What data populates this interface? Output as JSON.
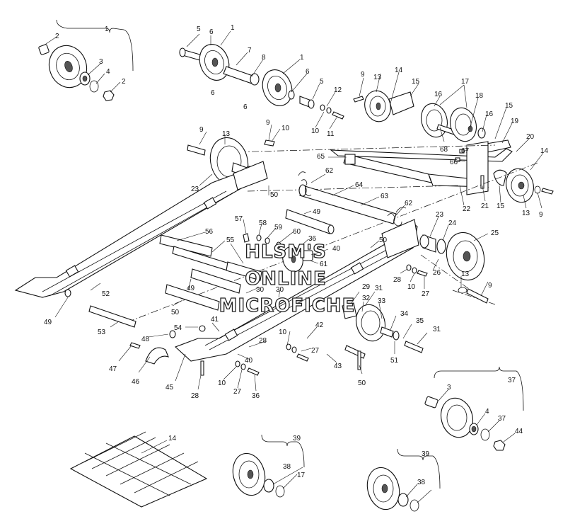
{
  "watermark": {
    "line1": "HLSM'S",
    "line2": "ONLINE",
    "line3": "MICROFICHE"
  },
  "callouts": [
    {
      "text": "1"
    },
    {
      "text": "2"
    },
    {
      "text": "3"
    },
    {
      "text": "4"
    },
    {
      "text": "2"
    },
    {
      "text": "5"
    },
    {
      "text": "6"
    },
    {
      "text": "1"
    },
    {
      "text": "7"
    },
    {
      "text": "8"
    },
    {
      "text": "6"
    },
    {
      "text": "6"
    },
    {
      "text": "1"
    },
    {
      "text": "6"
    },
    {
      "text": "5"
    },
    {
      "text": "12"
    },
    {
      "text": "10"
    },
    {
      "text": "11"
    },
    {
      "text": "9"
    },
    {
      "text": "13"
    },
    {
      "text": "14"
    },
    {
      "text": "15"
    },
    {
      "text": "16"
    },
    {
      "text": "17"
    },
    {
      "text": "18"
    },
    {
      "text": "16"
    },
    {
      "text": "15"
    },
    {
      "text": "19"
    },
    {
      "text": "68"
    },
    {
      "text": "67"
    },
    {
      "text": "66"
    },
    {
      "text": "65"
    },
    {
      "text": "20"
    },
    {
      "text": "14"
    },
    {
      "text": "21"
    },
    {
      "text": "22"
    },
    {
      "text": "15"
    },
    {
      "text": "13"
    },
    {
      "text": "9"
    },
    {
      "text": "9"
    },
    {
      "text": "13"
    },
    {
      "text": "9"
    },
    {
      "text": "10"
    },
    {
      "text": "23"
    },
    {
      "text": "62"
    },
    {
      "text": "64"
    },
    {
      "text": "63"
    },
    {
      "text": "62"
    },
    {
      "text": "50"
    },
    {
      "text": "49"
    },
    {
      "text": "57"
    },
    {
      "text": "58"
    },
    {
      "text": "59"
    },
    {
      "text": "60"
    },
    {
      "text": "36"
    },
    {
      "text": "56"
    },
    {
      "text": "55"
    },
    {
      "text": "40"
    },
    {
      "text": "61"
    },
    {
      "text": "23"
    },
    {
      "text": "24"
    },
    {
      "text": "25"
    },
    {
      "text": "50"
    },
    {
      "text": "26"
    },
    {
      "text": "28"
    },
    {
      "text": "10"
    },
    {
      "text": "27"
    },
    {
      "text": "13"
    },
    {
      "text": "9"
    },
    {
      "text": "49"
    },
    {
      "text": "30"
    },
    {
      "text": "30"
    },
    {
      "text": "29"
    },
    {
      "text": "31"
    },
    {
      "text": "32"
    },
    {
      "text": "33"
    },
    {
      "text": "34"
    },
    {
      "text": "35"
    },
    {
      "text": "31"
    },
    {
      "text": "51"
    },
    {
      "text": "52"
    },
    {
      "text": "50"
    },
    {
      "text": "49"
    },
    {
      "text": "53"
    },
    {
      "text": "54"
    },
    {
      "text": "41"
    },
    {
      "text": "42"
    },
    {
      "text": "28"
    },
    {
      "text": "10"
    },
    {
      "text": "27"
    },
    {
      "text": "43"
    },
    {
      "text": "40"
    },
    {
      "text": "50"
    },
    {
      "text": "48"
    },
    {
      "text": "47"
    },
    {
      "text": "46"
    },
    {
      "text": "45"
    },
    {
      "text": "28"
    },
    {
      "text": "10"
    },
    {
      "text": "27"
    },
    {
      "text": "36"
    },
    {
      "text": "37"
    },
    {
      "text": "3"
    },
    {
      "text": "4"
    },
    {
      "text": "37"
    },
    {
      "text": "44"
    },
    {
      "text": "14"
    },
    {
      "text": "39"
    },
    {
      "text": "38"
    },
    {
      "text": "17"
    },
    {
      "text": "39"
    },
    {
      "text": "38"
    }
  ]
}
